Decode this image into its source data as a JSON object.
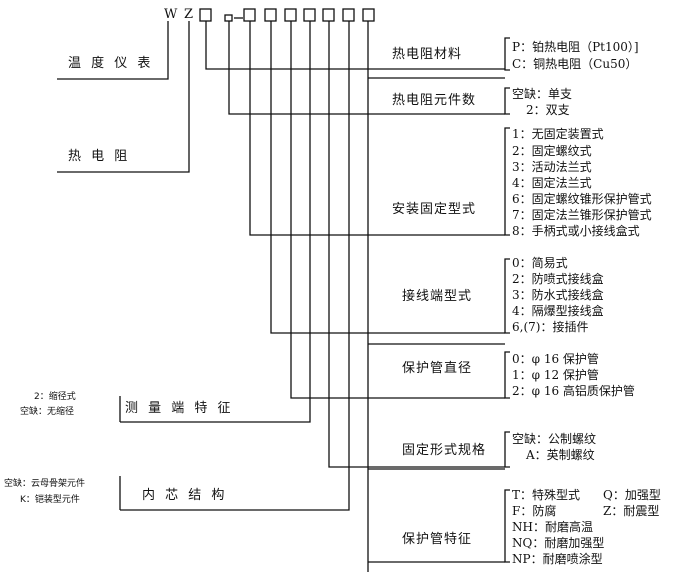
{
  "model_code": {
    "prefix": [
      "W",
      "Z"
    ],
    "dash": "-"
  },
  "left_labels": {
    "temperature_instrument": "温 度 仪 表",
    "thermal_resistance": "热 电 阻",
    "measuring_end": "测 量 端 特 征",
    "inner_core": "内 芯 结 构"
  },
  "left_notes": {
    "measuring_end": [
      "2：缩径式",
      "空缺：无缩径"
    ],
    "inner_core": [
      "空缺：云母骨架元件",
      "K：铠装型元件"
    ]
  },
  "categories": [
    {
      "label": "热电阻材料",
      "options": [
        "P：铂热电阻（Pt100）]",
        "C：铜热电阻（Cu50）"
      ]
    },
    {
      "label": "热电阻元件数",
      "options": [
        "空缺：单支",
        "2：双支"
      ]
    },
    {
      "label": "安装固定型式",
      "options": [
        "1：无固定装置式",
        "2：固定螺纹式",
        "3：活动法兰式",
        "4：固定法兰式",
        "6：固定螺纹锥形保护管式",
        "7：固定法兰锥形保护管式",
        "8：手柄式或小接线盒式"
      ]
    },
    {
      "label": "接线端型式",
      "options": [
        "0：简易式",
        "2：防喷式接线盒",
        "3：防水式接线盒",
        "4：隔爆型接线盒",
        "6,(7)：接插件"
      ]
    },
    {
      "label": "保护管直径",
      "options": [
        "0：φ 16 保护管",
        "1：φ 12 保护管",
        "2：φ 16 高铝质保护管"
      ]
    },
    {
      "label": "固定形式规格",
      "options": [
        "空缺：公制螺纹",
        "A：英制螺纹"
      ]
    },
    {
      "label": "保护管特征",
      "options": [
        "T：特殊型式",
        "Q：加强型",
        "F：防腐",
        "Z：耐震型",
        "NH：耐磨高温",
        "NQ：耐磨加强型",
        "NP：耐磨喷涂型"
      ]
    }
  ]
}
